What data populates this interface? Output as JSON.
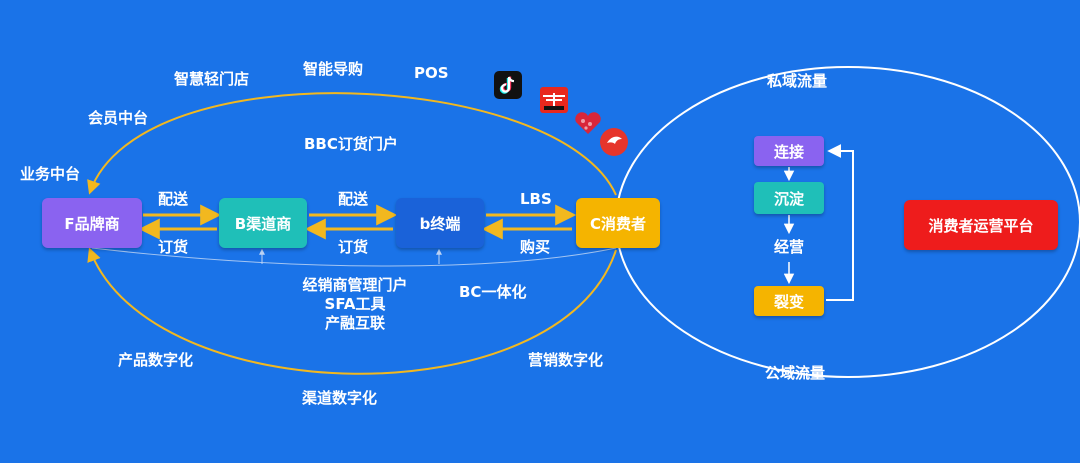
{
  "nodes": {
    "brand": "F品牌商",
    "channel": "B渠道商",
    "terminal": "b终端",
    "consumer": "C消费者",
    "platform": "消费者运营平台"
  },
  "flow": {
    "deliver1": "配送",
    "order1": "订货",
    "deliver2": "配送",
    "order2": "订货",
    "lbs": "LBS",
    "buy": "购买"
  },
  "top_arc": {
    "business_center": "业务中台",
    "member_center": "会员中台",
    "smart_store": "智慧轻门店",
    "smart_guide": "智能导购",
    "pos": "POS",
    "bbc_portal": "BBC订货门户"
  },
  "bottom_arc": {
    "tools": [
      "经销商管理门户",
      "SFA工具",
      "产融互联"
    ],
    "bc": "BC一体化",
    "product_digital": "产品数字化",
    "channel_digital": "渠道数字化",
    "marketing_digital": "营销数字化"
  },
  "private_domain": {
    "title": "私域流量",
    "steps": [
      "连接",
      "沉淀",
      "经营",
      "裂变"
    ],
    "public_title": "公域流量"
  },
  "icons": [
    "douyin-icon",
    "tmall-icon",
    "heart-icon",
    "bird-icon"
  ],
  "colors": {
    "background": "#1a73e8",
    "brand": "#8a63f0",
    "channel": "#1fbfb8",
    "terminal": "#1a62d9",
    "consumer": "#f5b400",
    "platform": "#ee1c1c",
    "arc": "#f2b81f",
    "step_purple": "#8a63f0",
    "step_teal": "#1fbfb8",
    "step_yellow": "#f5b400"
  }
}
